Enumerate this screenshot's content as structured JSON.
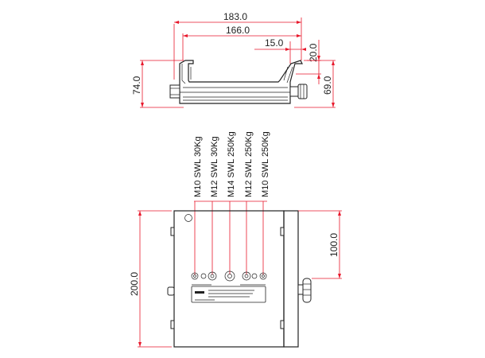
{
  "top_view": {
    "dimensions": {
      "overall_width": "183.0",
      "inner_width": "166.0",
      "lip_width": "15.0",
      "lip_height": "20.0",
      "overall_height": "74.0",
      "inner_height": "69.0"
    }
  },
  "hole_labels": [
    "M10 SWL 30Kg",
    "M12 SWL 30Kg",
    "M14 SWL 250Kg",
    "M12 SWL 250Kg",
    "M10 SWL 250Kg"
  ],
  "front_view": {
    "dimensions": {
      "height": "200.0",
      "hole_offset": "100.0"
    }
  }
}
